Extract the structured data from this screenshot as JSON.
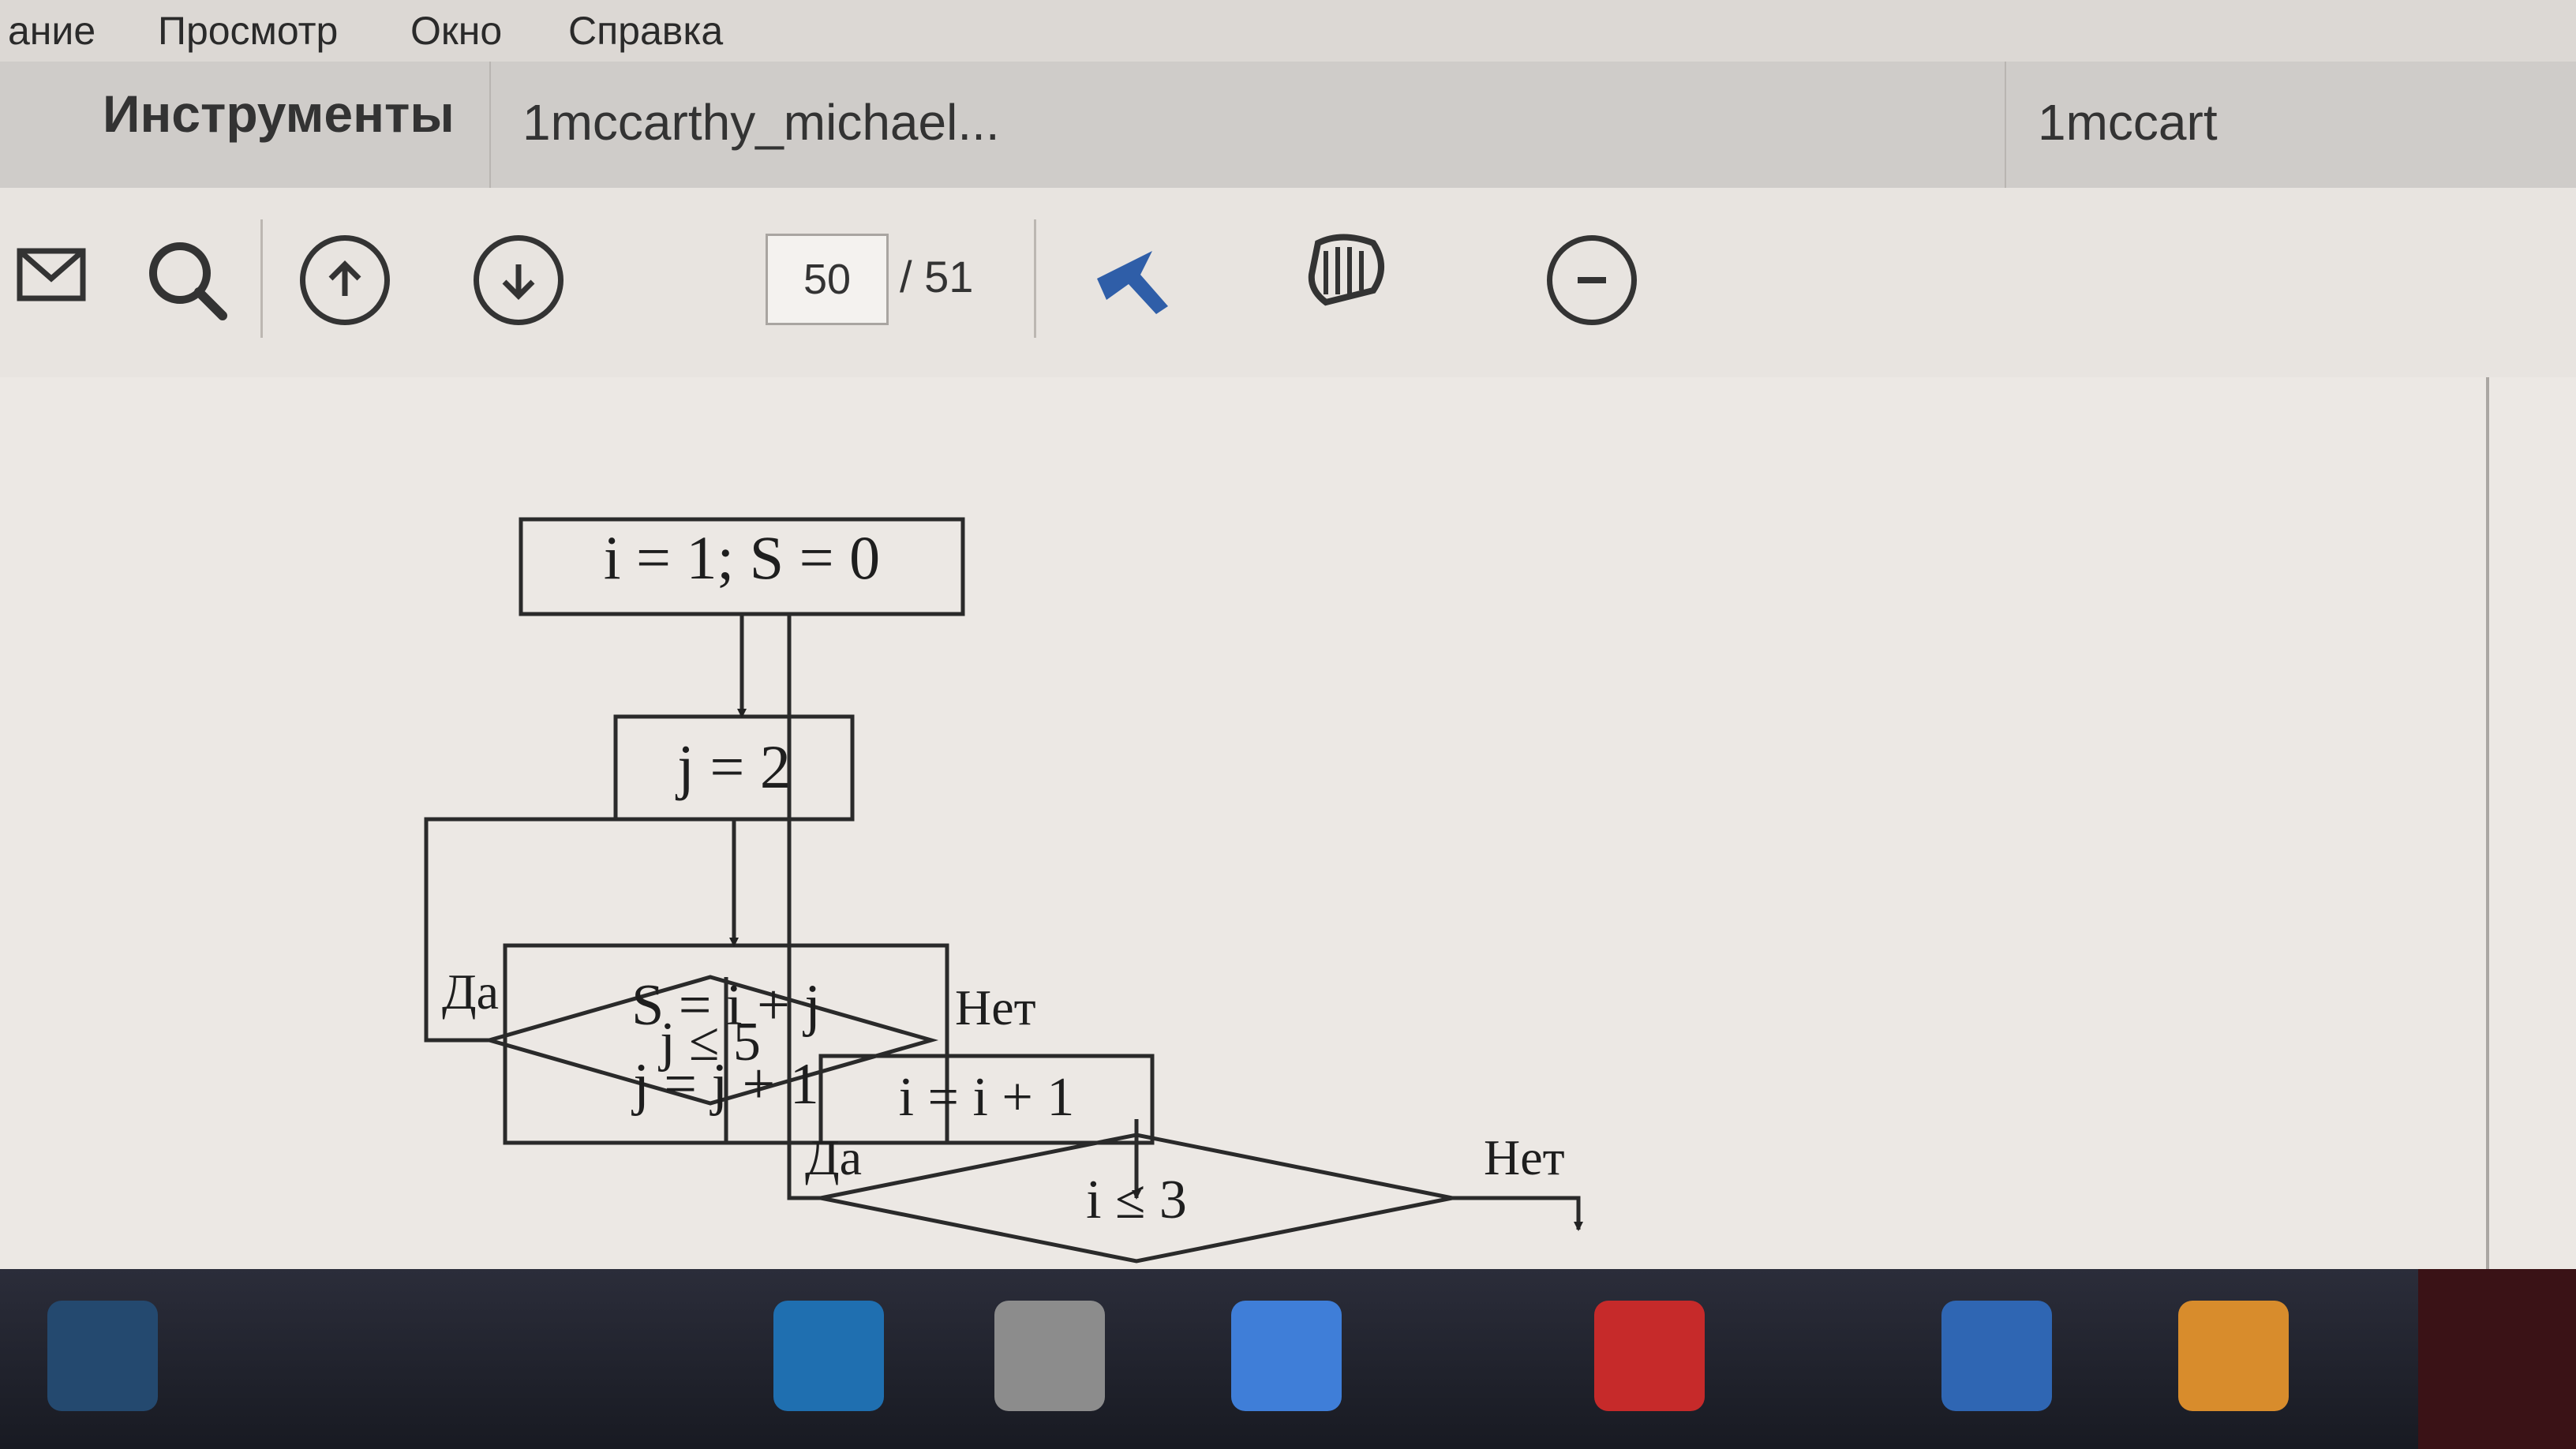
{
  "menu": {
    "items": [
      {
        "label": "ание"
      },
      {
        "label": "Просмотр"
      },
      {
        "label": "Окно"
      },
      {
        "label": "Справка"
      }
    ]
  },
  "tabbar": {
    "tools_label": "Инструменты",
    "tabs": [
      {
        "label": "1mccarthy_michael..."
      },
      {
        "label": "1mccart"
      }
    ]
  },
  "toolbar": {
    "page_current": "50",
    "page_total": "/ 51",
    "icons": [
      "mail-icon",
      "search-icon",
      "page-up-icon",
      "page-down-icon",
      "select-arrow-icon",
      "hand-icon",
      "zoom-out-icon"
    ]
  },
  "flowchart": {
    "init": "i = 1; S = 0",
    "set_j": "j = 2",
    "sum_line1": "S = i + j",
    "sum_line2": "j = j + 1",
    "cond1": "j ≤ 5",
    "inc_i": "i = i + 1",
    "cond2": "i ≤ 3",
    "yes1": "Да",
    "no1": "Нет",
    "yes2": "Да",
    "no2": "Нет"
  },
  "colors": {
    "accent_blue": "#2f5ea8",
    "taskbar": "#1f212b"
  }
}
